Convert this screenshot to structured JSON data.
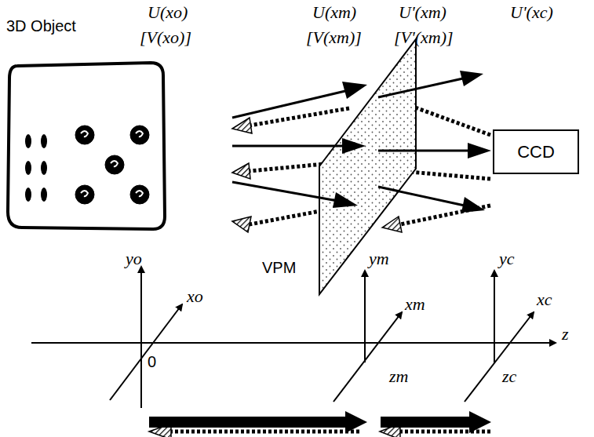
{
  "diagram": {
    "nodes": [
      {
        "text": [
          "CCD"
        ]
      }
    ],
    "labels": [
      "3D Object",
      "U(xo)",
      "[V(xo)]",
      "U(xm)",
      "[V(xm)]",
      "U'(xm)",
      "[V'(xm)]",
      "U'(xc)",
      "VPM",
      "yo",
      "xo",
      "0",
      "ym",
      "xm",
      "zm",
      "yc",
      "xc",
      "zc",
      "z"
    ]
  }
}
